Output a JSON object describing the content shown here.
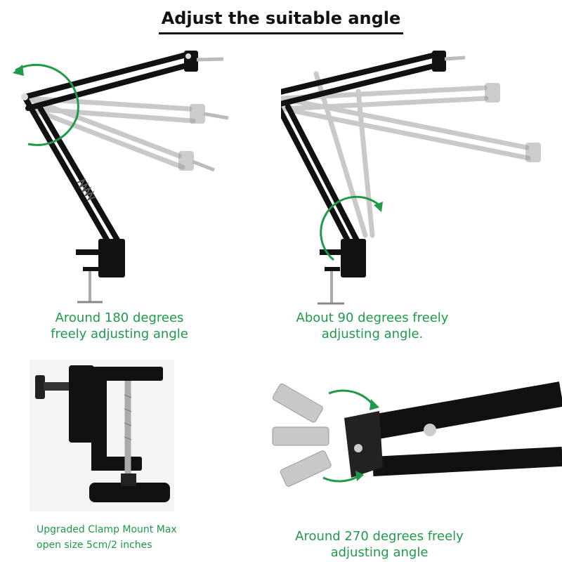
{
  "title": "Adjust the suitable angle",
  "captions": {
    "top_left": [
      "Around 180 degrees",
      "freely adjusting angle"
    ],
    "top_right": [
      "About 90 degrees freely",
      "adjusting angle."
    ],
    "bottom_left": [
      "Upgraded Clamp Mount Max",
      "open size 5cm/2 inches"
    ],
    "bottom_right": [
      "Around 270 degrees freely",
      "adjusting angle"
    ]
  },
  "colors": {
    "accent": "#1e9a48",
    "arm": "#111111",
    "ghost": "#9a9a9a",
    "metal": "#c8c8c8"
  },
  "icons": [
    "rotation-arrow-icon"
  ]
}
